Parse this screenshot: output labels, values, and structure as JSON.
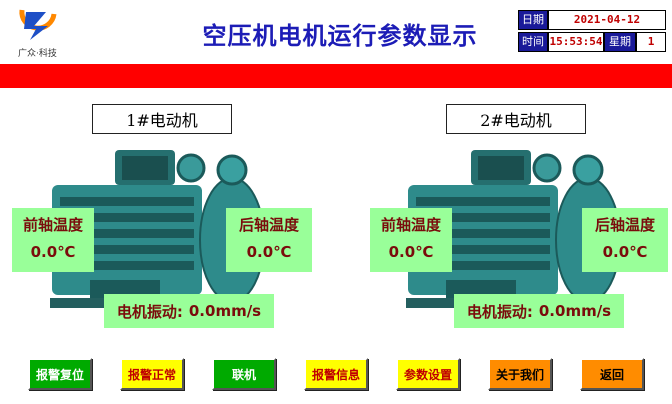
{
  "header": {
    "logo_text": "广众·科技",
    "title": "空压机电机运行参数显示"
  },
  "datetime": {
    "date_label": "日期",
    "date_value": "2021-04-12",
    "time_label": "时间",
    "time_value": "15:53:54",
    "weekday_label": "星期",
    "weekday_value": "1"
  },
  "motors": [
    {
      "title": "1#电动机",
      "front_label": "前轴温度",
      "front_value": "0.0℃",
      "rear_label": "后轴温度",
      "rear_value": "0.0℃",
      "vibration_label": "电机振动:",
      "vibration_value": "0.0mm/s"
    },
    {
      "title": "2#电动机",
      "front_label": "前轴温度",
      "front_value": "0.0℃",
      "rear_label": "后轴温度",
      "rear_value": "0.0℃",
      "vibration_label": "电机振动:",
      "vibration_value": "0.0mm/s"
    }
  ],
  "buttons": [
    {
      "label": "报警复位",
      "bg": "#00aa00",
      "fg": "#ffffff"
    },
    {
      "label": "报警正常",
      "bg": "#ffff00",
      "fg": "#c00000"
    },
    {
      "label": "联机",
      "bg": "#00aa00",
      "fg": "#ffffff"
    },
    {
      "label": "报警信息",
      "bg": "#ffff00",
      "fg": "#c00000"
    },
    {
      "label": "参数设置",
      "bg": "#ffff00",
      "fg": "#c00000"
    },
    {
      "label": "关于我们",
      "bg": "#ff8c00",
      "fg": "#000000"
    },
    {
      "label": "返回",
      "bg": "#ff8c00",
      "fg": "#000000"
    }
  ],
  "colors": {
    "title": "#1c1cb6",
    "banner": "#ff0000",
    "readout_bg": "#99ff99",
    "readout_text": "#7a0c0c",
    "motor_body": "#2e8b8b"
  }
}
